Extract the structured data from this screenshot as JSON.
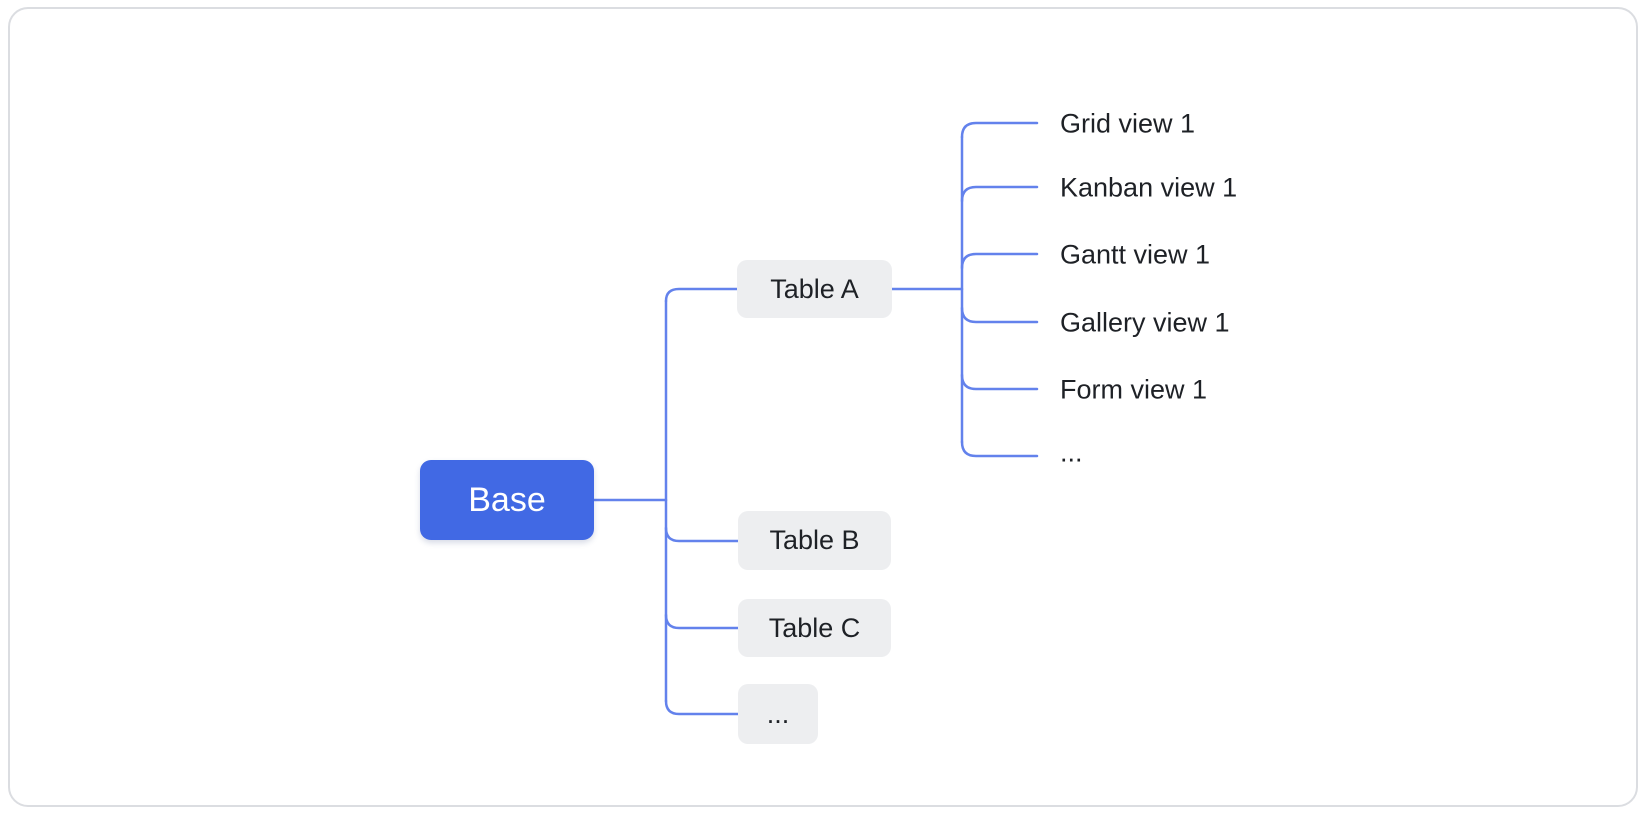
{
  "diagram": {
    "root": {
      "label": "Base"
    },
    "tables": [
      {
        "label": "Table A",
        "views": [
          "Grid view 1",
          "Kanban view 1",
          "Gantt view 1",
          "Gallery view 1",
          "Form view 1",
          "..."
        ]
      },
      {
        "label": "Table B",
        "views": []
      },
      {
        "label": "Table C",
        "views": []
      },
      {
        "label": "...",
        "views": []
      }
    ],
    "colors": {
      "root_node_bg": "#4169E4",
      "root_node_text": "#FFFFFF",
      "table_node_bg": "#EDEEF0",
      "node_text": "#1E2126",
      "connector_line": "#6382EC",
      "card_border": "#DBDDE1",
      "card_bg": "#FFFFFF"
    }
  }
}
